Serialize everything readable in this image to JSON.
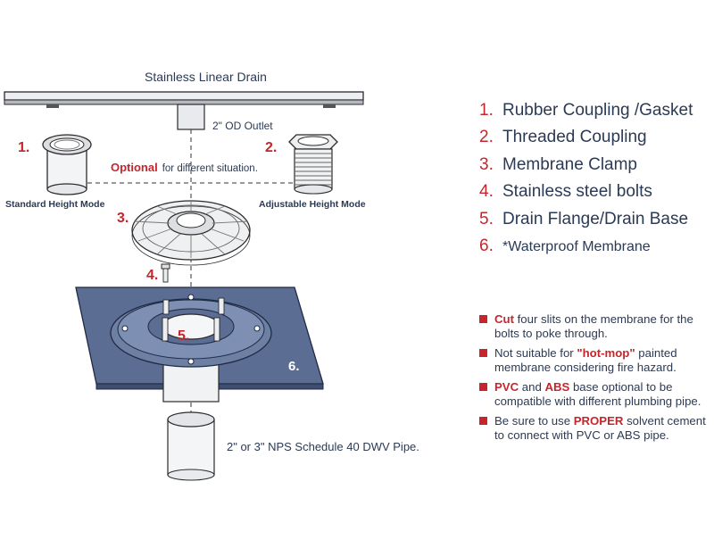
{
  "diagram": {
    "title": "Stainless Linear Drain",
    "outlet_label": "2\" OD Outlet",
    "optional_word": "Optional",
    "optional_rest": "for different situation.",
    "standard_mode": "Standard  Height  Mode",
    "adjustable_mode": "Adjustable Height Mode",
    "pipe_label": "2\" or 3\" NPS  Schedule 40 DWV Pipe.",
    "callouts": [
      "1.",
      "2.",
      "3.",
      "4.",
      "5.",
      "6."
    ]
  },
  "legend": [
    {
      "num": "1.",
      "text": "Rubber Coupling /Gasket"
    },
    {
      "num": "2.",
      "text": "Threaded Coupling"
    },
    {
      "num": "3.",
      "text": "Membrane  Clamp"
    },
    {
      "num": "4.",
      "text": "Stainless steel bolts"
    },
    {
      "num": "5.",
      "text": " Drain Flange/Drain Base"
    },
    {
      "num": "6.",
      "text": "*Waterproof Membrane"
    }
  ],
  "notes": [
    {
      "hl": "Cut",
      "pre": "",
      "post": " four slits on the membrane for the bolts to poke through."
    },
    {
      "hl": "\"hot-mop\"",
      "pre": "Not suitable for ",
      "post": " painted membrane considering fire hazard."
    },
    {
      "hl": "PVC",
      "pre": "",
      "post": " and ",
      "hl2": "ABS",
      "post2": " base optional to be compatible with different plumbing pipe."
    },
    {
      "hl": "PROPER",
      "pre": "Be sure to use ",
      "post": " solvent cement to connect with PVC or ABS pipe."
    }
  ],
  "colors": {
    "accent": "#c8242b",
    "text": "#2b3a55",
    "membrane": "#5b6d92",
    "metal": "#d8dadf"
  }
}
